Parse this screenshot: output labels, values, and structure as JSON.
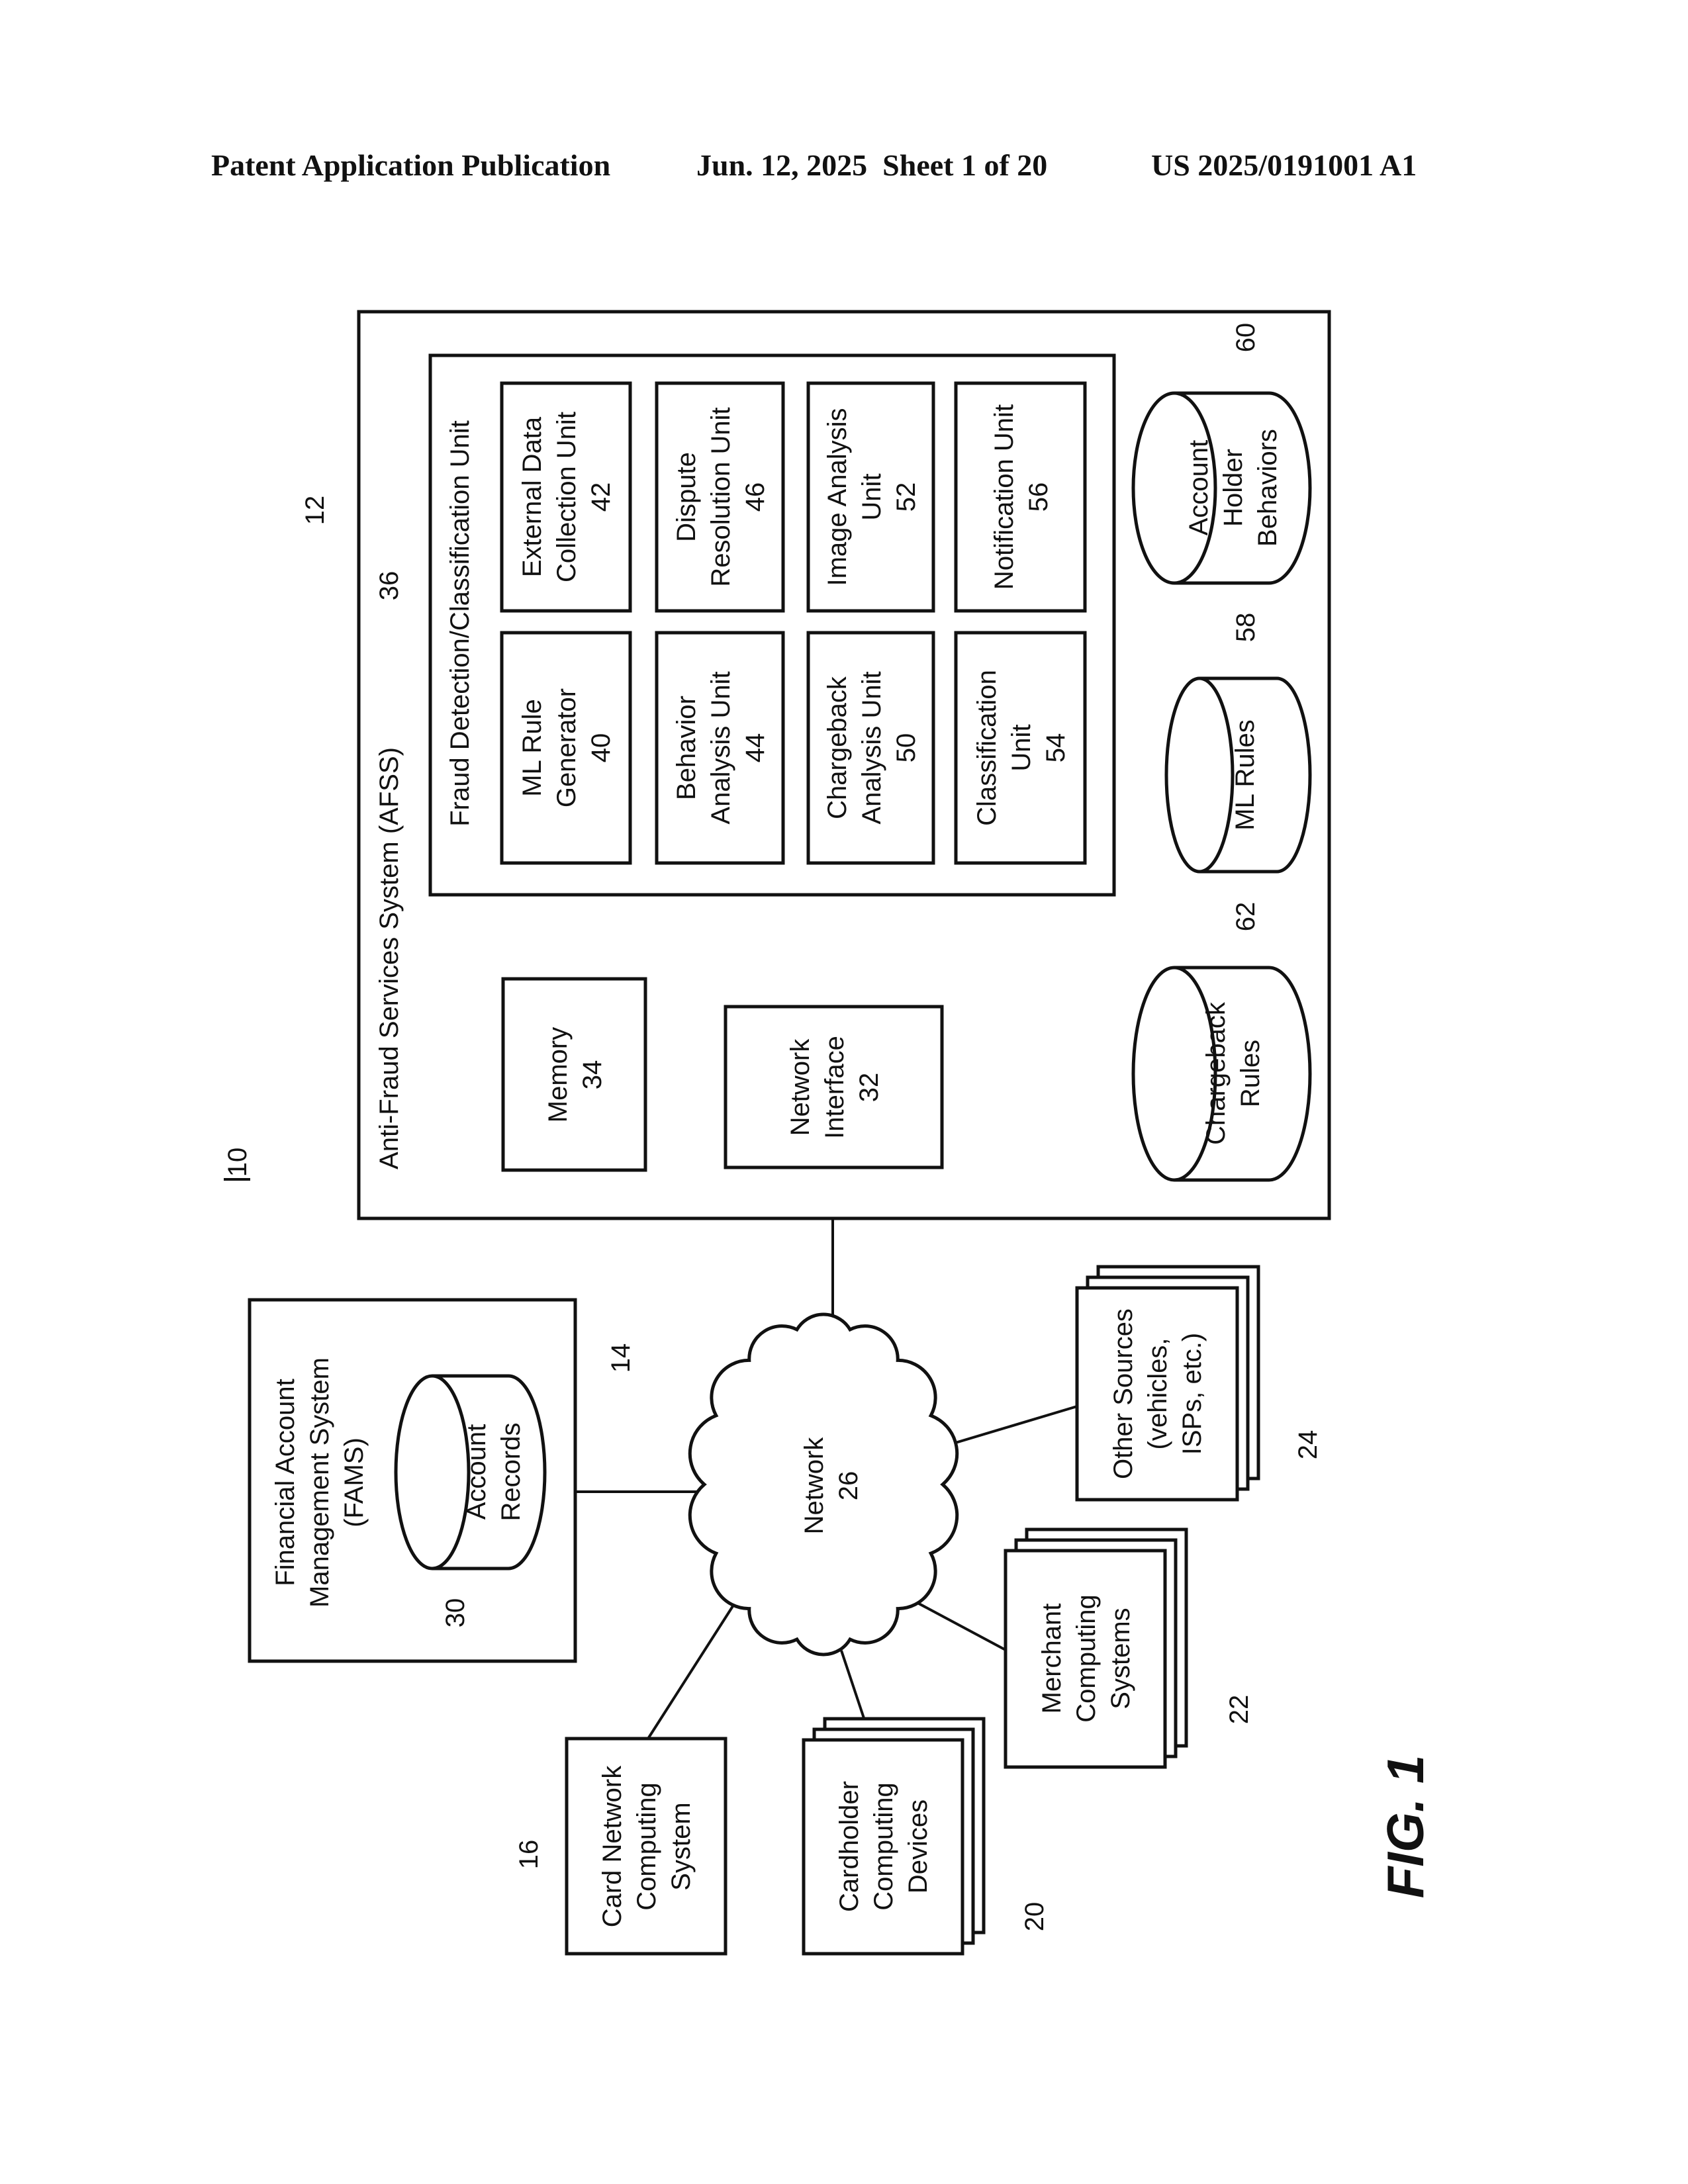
{
  "header": {
    "publication": "Patent Application Publication",
    "date_sheet": "Jun. 12, 2025  Sheet 1 of 20",
    "number": "US 2025/0191001 A1"
  },
  "figure_label": "FIG. 1",
  "refs": {
    "system": "10",
    "afss": "12",
    "fams": "14",
    "card_network": "16",
    "cardholder": "20",
    "merchant": "22",
    "other": "24",
    "account_records": "30",
    "fdcu": "36",
    "ml_rules": "58",
    "account_holder_behaviors": "60",
    "chargeback_rules": "62"
  },
  "afss": {
    "label": [
      "Anti-Fraud Services System (AFSS)"
    ]
  },
  "fdcu": {
    "label": [
      "Fraud Detection/Classification Unit"
    ]
  },
  "units": {
    "external_data": [
      "External Data",
      "Collection Unit",
      "42"
    ],
    "dispute": [
      "Dispute",
      "Resolution Unit",
      "46"
    ],
    "image": [
      "Image Analysis",
      "Unit",
      "52"
    ],
    "notification": [
      "Notification Unit",
      "56"
    ],
    "ml_rule_generator": [
      "ML Rule",
      "Generator",
      "40"
    ],
    "behavior": [
      "Behavior",
      "Analysis Unit",
      "44"
    ],
    "chargeback_analysis": [
      "Chargeback",
      "Analysis Unit",
      "50"
    ],
    "classification": [
      "Classification",
      "Unit",
      "54"
    ]
  },
  "memory": [
    "Memory",
    "34"
  ],
  "network_interface": [
    "Network",
    "Interface",
    "32"
  ],
  "databases": {
    "account_holder_behaviors": [
      "Account",
      "Holder",
      "Behaviors"
    ],
    "ml_rules": [
      "ML Rules"
    ],
    "chargeback_rules": [
      "Chargeback",
      "Rules"
    ],
    "account_records": [
      "Account",
      "Records"
    ]
  },
  "fams": [
    "Financial Account",
    "Management System",
    "(FAMS)"
  ],
  "network": [
    "Network",
    "26"
  ],
  "card_network": [
    "Card Network",
    "Computing",
    "System"
  ],
  "cardholder": [
    "Cardholder",
    "Computing",
    "Devices"
  ],
  "merchant": [
    "Merchant",
    "Computing",
    "Systems"
  ],
  "other_sources": [
    "Other Sources",
    "(vehicles,",
    "ISPs, etc.)"
  ]
}
